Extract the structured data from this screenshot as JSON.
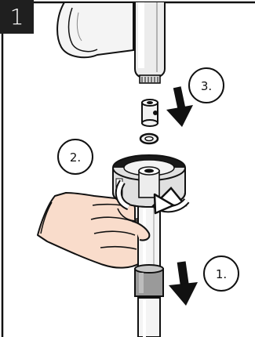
{
  "step_number": "1",
  "callouts": [
    {
      "id": "step-3",
      "label": "3."
    },
    {
      "id": "step-2",
      "label": "2."
    },
    {
      "id": "step-1",
      "label": "1."
    }
  ],
  "colors": {
    "line": "#111111",
    "chrome_light": "#f2f2f2",
    "chrome_mid": "#d9d9d9",
    "chrome_dark": "#1a1a1a",
    "skin": "#f9dccb",
    "sleeve_grey": "#9a9a9a",
    "badge_bg": "#1f1f1f"
  }
}
